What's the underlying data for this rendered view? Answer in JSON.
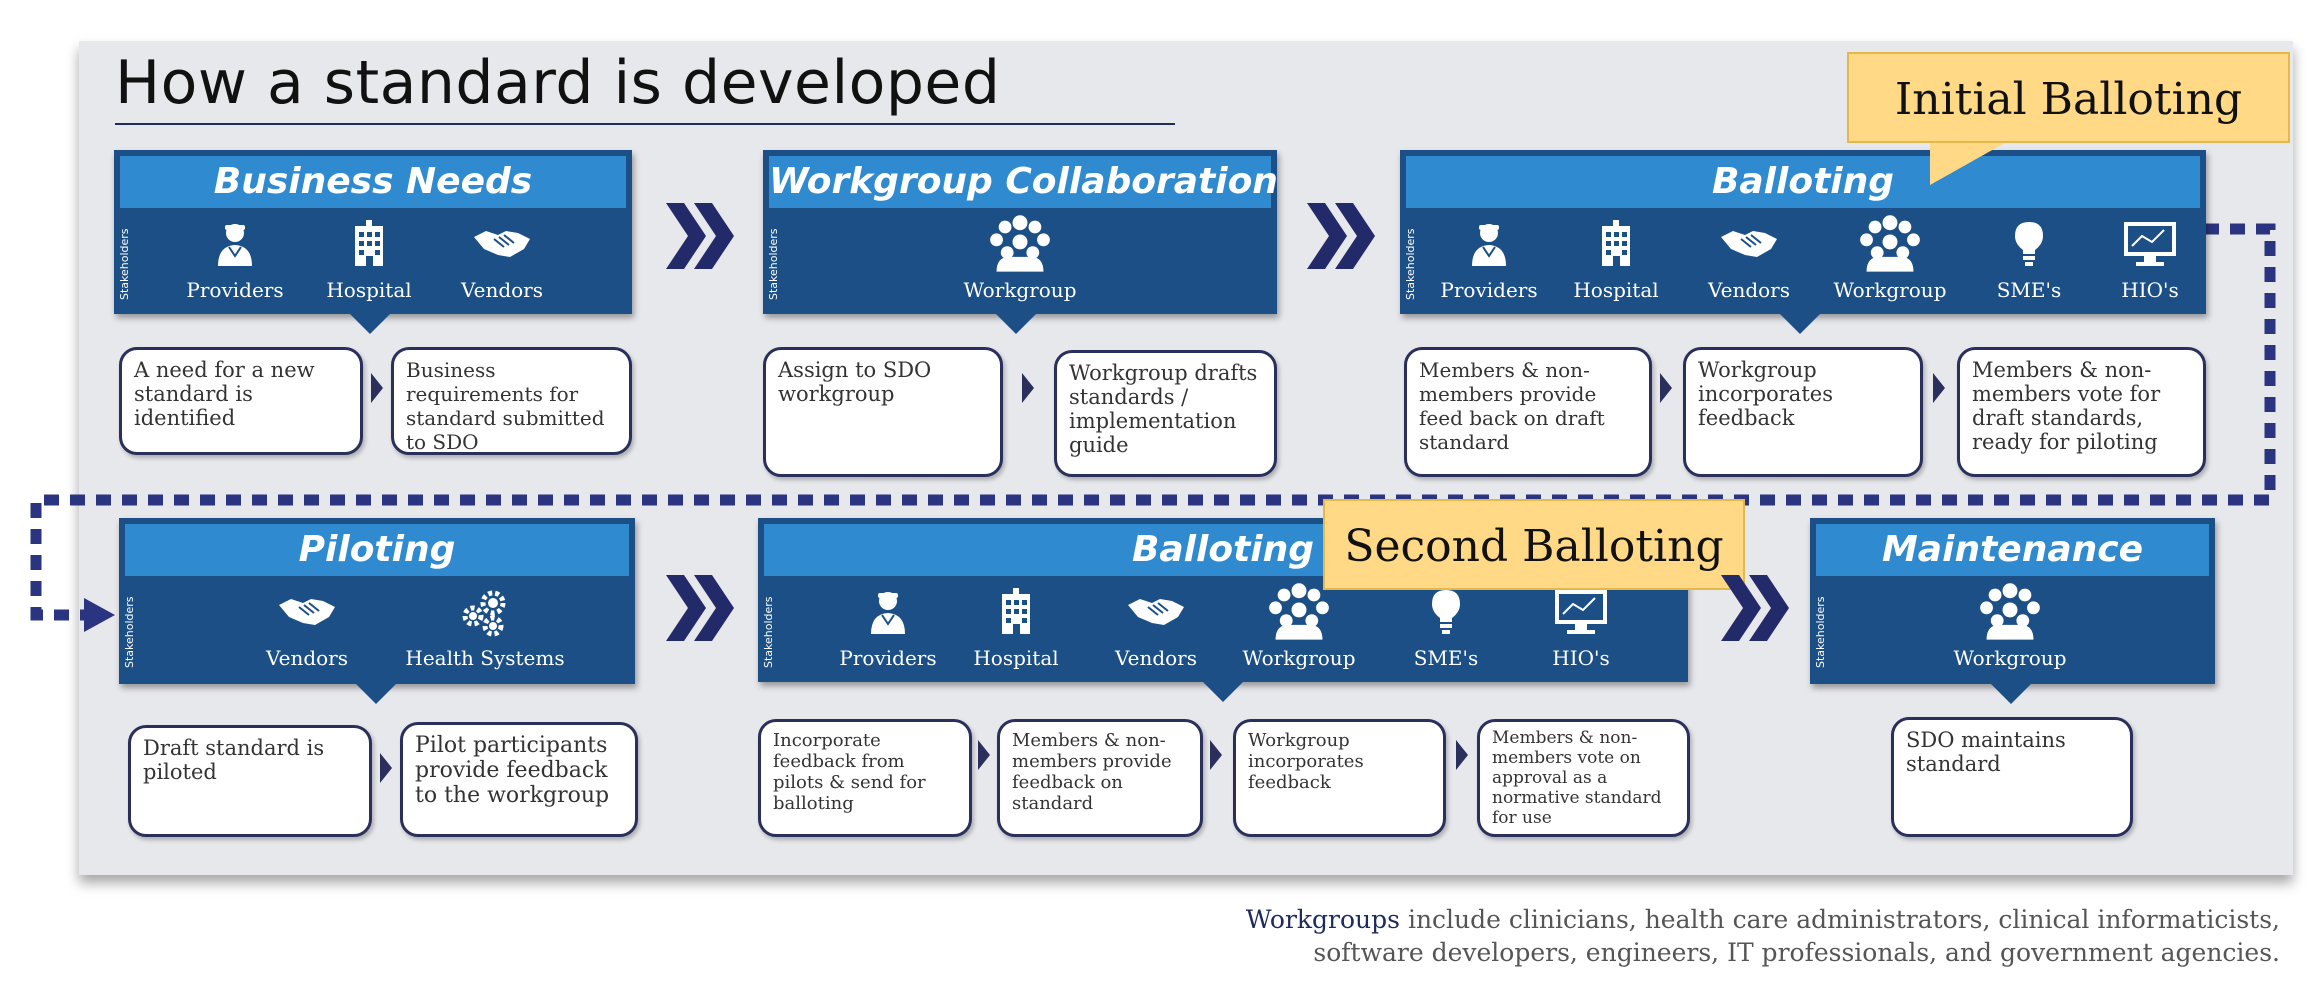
{
  "title": "How a standard is developed",
  "stakeholders_label": "Stakeholders",
  "callouts": {
    "initial": "Initial Balloting",
    "second": "Second Balloting"
  },
  "stages": {
    "business_needs": {
      "title": "Business Needs",
      "holders": [
        "Providers",
        "Hospital",
        "Vendors"
      ],
      "cards": [
        "A need for a new standard is identified",
        "Business requirements for standard submitted to SDO"
      ]
    },
    "workgroup_collab": {
      "title": "Workgroup Collaboration",
      "holders": [
        "Workgroup"
      ],
      "cards": [
        "Assign to SDO workgroup",
        "Workgroup drafts standards / implementation guide"
      ]
    },
    "balloting_1": {
      "title": "Balloting",
      "holders": [
        "Providers",
        "Hospital",
        "Vendors",
        "Workgroup",
        "SME's",
        "HIO's"
      ],
      "cards": [
        "Members & non-members provide feed back on draft standard",
        "Workgroup incorporates feedback",
        "Members & non-members vote for draft standards, ready for piloting"
      ]
    },
    "piloting": {
      "title": "Piloting",
      "holders": [
        "Vendors",
        "Health Systems"
      ],
      "cards": [
        "Draft standard is piloted",
        "Pilot participants provide feedback to the workgroup"
      ]
    },
    "balloting_2": {
      "title": "Balloting",
      "holders": [
        "Providers",
        "Hospital",
        "Vendors",
        "Workgroup",
        "SME's",
        "HIO's"
      ],
      "cards": [
        "Incorporate feedback from pilots & send for balloting",
        "Members & non-members provide feedback on standard",
        "Workgroup incorporates feedback",
        "Members & non-members vote on approval as a normative standard for use"
      ]
    },
    "maintenance": {
      "title": "Maintenance",
      "holders": [
        "Workgroup"
      ],
      "cards": [
        "SDO maintains standard"
      ]
    }
  },
  "footnote": {
    "bold": "Workgroups",
    "line1": " include clinicians, health care administrators, clinical informaticists,",
    "line2": "software developers, engineers, IT professionals, and government agencies."
  },
  "colors": {
    "stage_dark": "#1b4f86",
    "stage_head": "#2f8ad0",
    "chevron": "#232a6a",
    "callout": "#ffd986",
    "dots": "#2b3480"
  }
}
